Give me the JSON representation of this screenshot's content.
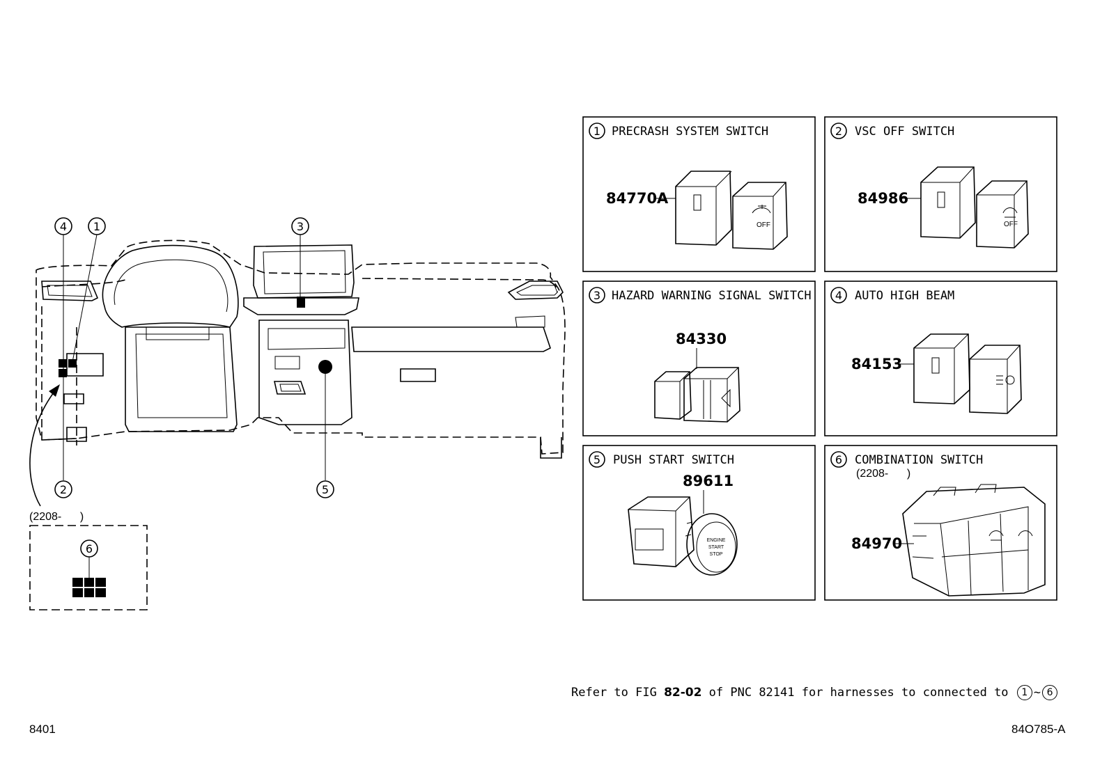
{
  "callouts": [
    "1",
    "2",
    "3",
    "4",
    "5",
    "6"
  ],
  "production_date_label": "(2208-      )",
  "panels": [
    {
      "num": "1",
      "title": "PRECRASH SYSTEM SWITCH",
      "part_no": "84770A",
      "icon": "precrash-switch-icon",
      "button_text": "OFF"
    },
    {
      "num": "2",
      "title": "VSC OFF SWITCH",
      "part_no": "84986",
      "icon": "vsc-off-switch-icon",
      "button_text": "OFF"
    },
    {
      "num": "3",
      "title": "HAZARD WARNING SIGNAL SWITCH",
      "part_no": "84330",
      "icon": "hazard-switch-icon"
    },
    {
      "num": "4",
      "title": "AUTO HIGH BEAM",
      "part_no": "84153",
      "icon": "auto-high-beam-switch-icon"
    },
    {
      "num": "5",
      "title": "PUSH START SWITCH",
      "part_no": "89611",
      "icon": "push-start-switch-icon",
      "button_text": [
        "ENGINE",
        "START",
        "STOP"
      ]
    },
    {
      "num": "6",
      "title": "COMBINATION SWITCH",
      "subtitle": "(2208-      )",
      "part_no": "84970",
      "icon": "combination-switch-icon"
    }
  ],
  "reference_note": {
    "prefix": "Refer to FIG ",
    "fig": "82-02",
    "middle": " of PNC 82141 for harnesses to connected to ",
    "range_start": "1",
    "range_sep": "~",
    "range_end": "6"
  },
  "page_number": "8401",
  "figure_code": "84O785-A"
}
